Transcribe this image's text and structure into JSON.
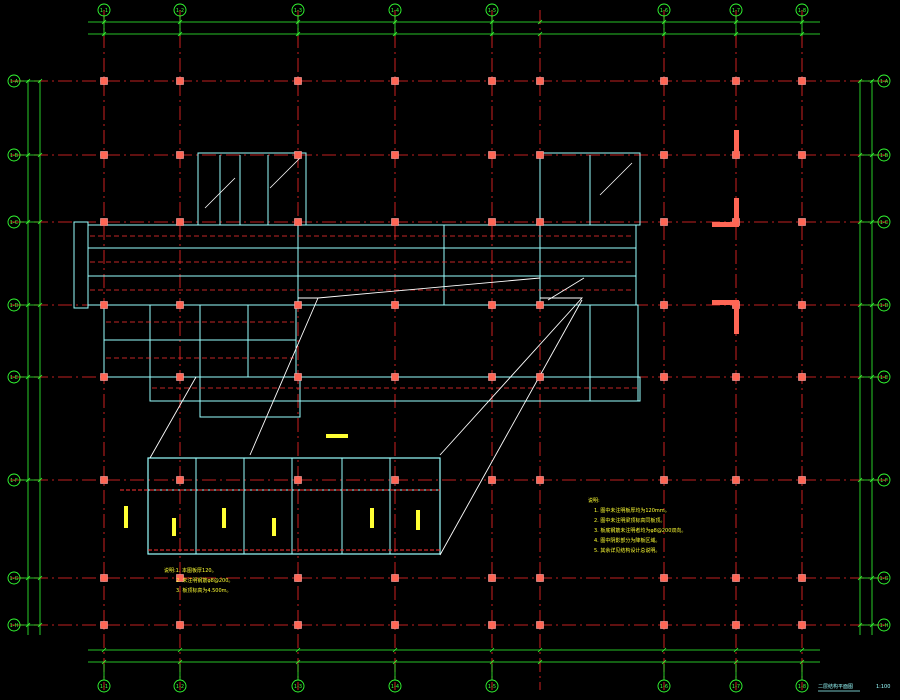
{
  "drawing": {
    "title": "二层结构平面图",
    "scale": "1:100"
  },
  "grid": {
    "top_labels": [
      "1-1",
      "1-2",
      "1-3",
      "1-4",
      "1-5",
      "1-6",
      "1-7",
      "1-8"
    ],
    "bottom_labels": [
      "1-1",
      "1-2",
      "1-3",
      "1-4",
      "1-5",
      "1-6",
      "1-7",
      "1-8"
    ],
    "left_labels": [
      "1-A",
      "1-B",
      "1-C",
      "1-D",
      "1-E",
      "1-F",
      "1-G",
      "1-H"
    ],
    "right_labels": [
      "1-A",
      "1-B",
      "1-C",
      "1-D",
      "1-E",
      "1-F",
      "1-G",
      "1-H"
    ]
  },
  "colors": {
    "grid": "#ff2a2a",
    "dim": "#33ff33",
    "beam": "#9ff",
    "column": "#ff6655",
    "note": "#ffff33",
    "leader": "#ffffff",
    "background": "#000000"
  },
  "notes": {
    "heading": "说明:",
    "items": [
      "1. 图中未注明板厚均为120mm。",
      "2. 图中未注明梁顶标高同板顶。",
      "3. 板底钢筋未注明者均为φ8@200双向。",
      "4. 图中阴影部分为降板区域。",
      "5. 其余详见结构设计总说明。"
    ]
  },
  "detail_notes": {
    "items": [
      "说明:1. 本图板厚120。",
      "2. 未注明钢筋φ8@200。",
      "3. 板顶标高为4.500m。"
    ]
  }
}
